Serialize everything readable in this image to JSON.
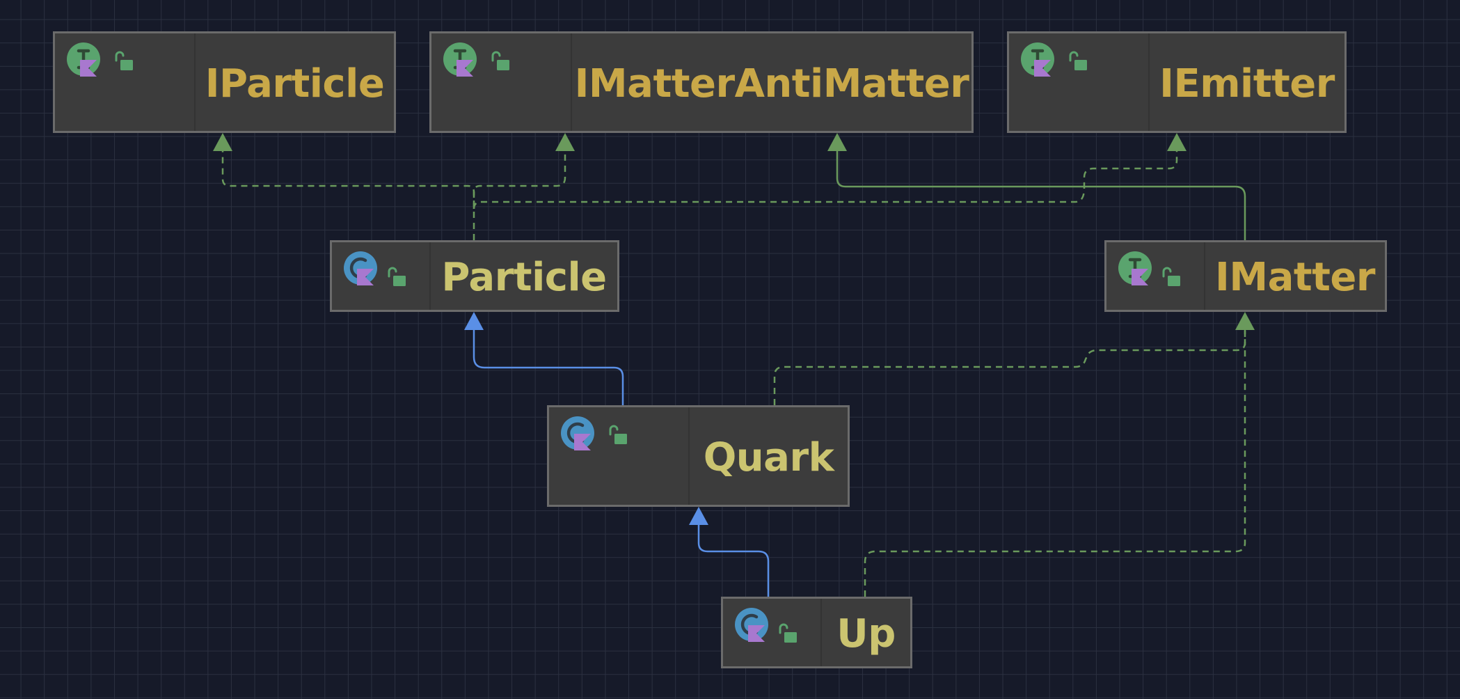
{
  "diagram": {
    "nodes": [
      {
        "id": "iparticle",
        "name": "IParticle",
        "kind": "interface",
        "visibility": "public"
      },
      {
        "id": "imatterantimatter",
        "name": "IMatterAntiMatter",
        "kind": "interface",
        "visibility": "public"
      },
      {
        "id": "iemitter",
        "name": "IEmitter",
        "kind": "interface",
        "visibility": "public"
      },
      {
        "id": "particle",
        "name": "Particle",
        "kind": "class",
        "visibility": "public"
      },
      {
        "id": "imatter",
        "name": "IMatter",
        "kind": "interface",
        "visibility": "public"
      },
      {
        "id": "quark",
        "name": "Quark",
        "kind": "class",
        "visibility": "public"
      },
      {
        "id": "up",
        "name": "Up",
        "kind": "class",
        "visibility": "public"
      }
    ],
    "edges": [
      {
        "from": "particle",
        "to": "iparticle",
        "type": "implements"
      },
      {
        "from": "particle",
        "to": "imatterantimatter",
        "type": "implements"
      },
      {
        "from": "particle",
        "to": "iemitter",
        "type": "implements"
      },
      {
        "from": "imatter",
        "to": "imatterantimatter",
        "type": "extends-interface"
      },
      {
        "from": "quark",
        "to": "particle",
        "type": "extends"
      },
      {
        "from": "quark",
        "to": "imatter",
        "type": "implements"
      },
      {
        "from": "up",
        "to": "quark",
        "type": "extends"
      },
      {
        "from": "up",
        "to": "imatter",
        "type": "implements"
      }
    ]
  },
  "colors": {
    "background": "#161a29",
    "grid": "#2b3040",
    "node_fill": "#3c3c3c",
    "node_border": "#6b6b6b",
    "interface_name": "#c9a848",
    "class_name": "#cbc470",
    "implements_edge": "#6a9a5c",
    "extends_edge": "#5a8fe6",
    "interface_icon": "#5aa46e",
    "class_icon": "#4a93c4",
    "kotlin_badge": "#a878cf",
    "lock": "#5aa46e"
  },
  "icons": {
    "interface": "interface-kotlin-icon",
    "class": "class-kotlin-icon",
    "visibility": "open-lock-icon"
  }
}
